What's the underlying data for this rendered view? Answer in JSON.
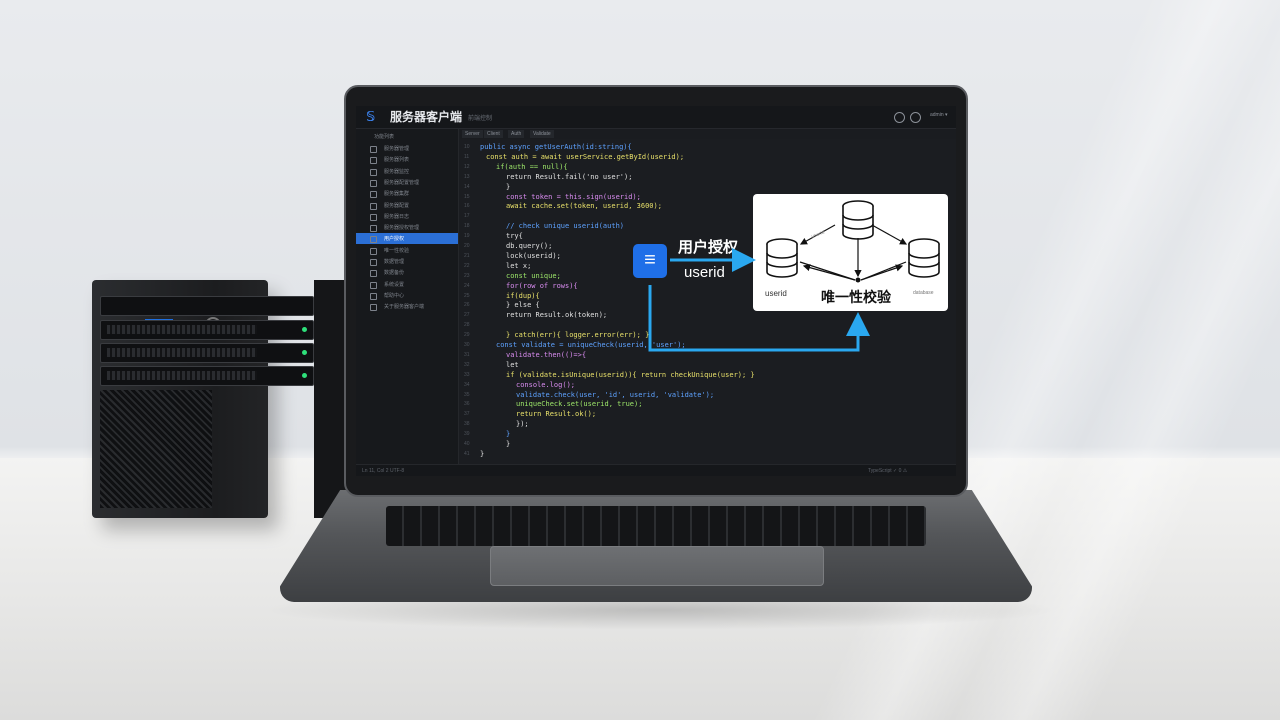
{
  "app": {
    "title": "服务器客户端",
    "breadcrumb": "前端控制",
    "user": "admin ▾"
  },
  "sidebar": {
    "header": "功能列表",
    "items": [
      {
        "label": "服务器管理"
      },
      {
        "label": "服务器列表"
      },
      {
        "label": "服务器监控"
      },
      {
        "label": "服务器配置管理"
      },
      {
        "label": "服务器集群"
      },
      {
        "label": "服务器配置"
      },
      {
        "label": "服务器日志"
      },
      {
        "label": "服务器授权管理"
      },
      {
        "label": "用户授权"
      },
      {
        "label": "唯一性校验"
      },
      {
        "label": "数据管理"
      },
      {
        "label": "数据备份"
      },
      {
        "label": "系统设置"
      },
      {
        "label": "帮助中心"
      },
      {
        "label": "关于服务器客户端"
      }
    ]
  },
  "tabs": [
    "Server",
    "Client",
    "Auth",
    "Validate"
  ],
  "code_lines": [
    {
      "n": "10",
      "text": "public async getUserAuth(id:string){",
      "color": "#5ea2ff"
    },
    {
      "n": "11",
      "text": "  const auth = await userService.getById(userid);",
      "color": "#e8e06a"
    },
    {
      "n": "12",
      "text": "  if(auth == null){",
      "color": "#9ee86a"
    },
    {
      "n": "13",
      "text": "    return Result.fail('no user');",
      "color": "#e0e0e0"
    },
    {
      "n": "14",
      "text": "  }",
      "color": "#e0e0e0"
    },
    {
      "n": "15",
      "text": "  const token = this.sign(userid);",
      "color": "#d98cf0"
    },
    {
      "n": "16",
      "text": "  await cache.set(token, userid, 3600);",
      "color": "#e8e06a"
    },
    {
      "n": "17",
      "text": "",
      "color": "#e0e0e0"
    },
    {
      "n": "18",
      "text": "  // check unique userid(auth)",
      "color": "#5ea2ff"
    },
    {
      "n": "19",
      "text": "  try{",
      "color": "#e0e0e0"
    },
    {
      "n": "20",
      "text": "    db.query();",
      "color": "#e0e0e0"
    },
    {
      "n": "21",
      "text": "    lock(userid);",
      "color": "#e0e0e0"
    },
    {
      "n": "22",
      "text": "    let x;",
      "color": "#e0e0e0"
    },
    {
      "n": "23",
      "text": "    const unique;",
      "color": "#9ee86a"
    },
    {
      "n": "24",
      "text": "    for(row of rows){",
      "color": "#d98cf0"
    },
    {
      "n": "25",
      "text": "    if(dup){",
      "color": "#e8e06a"
    },
    {
      "n": "26",
      "text": "    } else {",
      "color": "#e0e0e0"
    },
    {
      "n": "27",
      "text": "    return Result.ok(token);",
      "color": "#e0e0e0"
    },
    {
      "n": "28",
      "text": "",
      "color": "#e0e0e0"
    },
    {
      "n": "29",
      "text": "  } catch(err){ logger.error(err); }",
      "color": "#e8e06a"
    },
    {
      "n": "30",
      "text": "  const validate = uniqueCheck(userid, 'user');",
      "color": "#5ea2ff"
    },
    {
      "n": "31",
      "text": "  validate.then(()=>{",
      "color": "#d98cf0"
    },
    {
      "n": "32",
      "text": "  let",
      "color": "#e0e0e0"
    },
    {
      "n": "33",
      "text": "  if (validate.isUnique(userid)){ return checkUnique(user); }",
      "color": "#e8e06a"
    },
    {
      "n": "34",
      "text": "    console.log();",
      "color": "#d98cf0"
    },
    {
      "n": "35",
      "text": "    validate.check(user, 'id', userid, 'validate');",
      "color": "#5ea2ff"
    },
    {
      "n": "36",
      "text": "    uniqueCheck.set(userid, true);",
      "color": "#9ee86a"
    },
    {
      "n": "37",
      "text": "    return Result.ok();",
      "color": "#e8e06a"
    },
    {
      "n": "38",
      "text": "    });",
      "color": "#e0e0e0"
    },
    {
      "n": "39",
      "text": "  }",
      "color": "#5ea2ff"
    },
    {
      "n": "40",
      "text": "  }",
      "color": "#e0e0e0"
    },
    {
      "n": "41",
      "text": "}",
      "color": "#e0e0e0"
    }
  ],
  "statusbar": {
    "left": "Ln 11, Col 2  UTF-8",
    "right": "TypeScript  ✓  0 ⚠"
  },
  "overlay": {
    "auth_label": "用户授权",
    "userid_label": "userid",
    "diagram_user_label": "userid",
    "diagram_unique_label": "唯一性校验",
    "diagram_other_label": "database",
    "diagram_link_label": "userid"
  },
  "colors": {
    "accent": "#2b6fd6",
    "arrow": "#2aa8f0",
    "auth_icon": "#1f6fe8"
  },
  "icons": {
    "logo": "server-client-logo-icon",
    "auth": "list-icon",
    "database": "database-icon"
  }
}
